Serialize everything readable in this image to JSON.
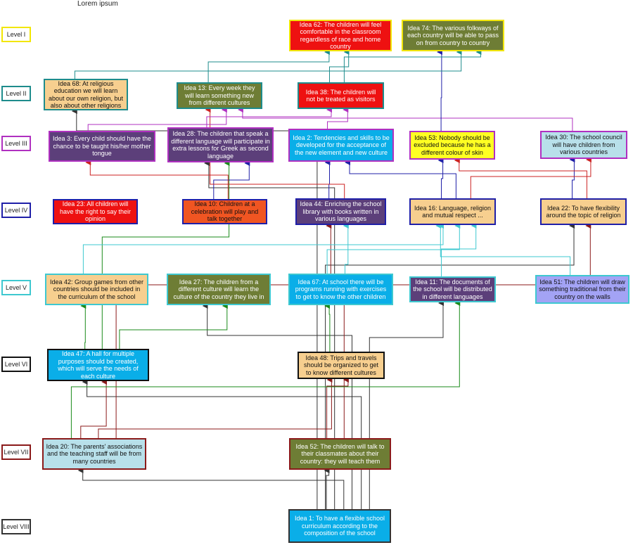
{
  "header": {
    "title": "Lorem ipsum"
  },
  "levels": [
    {
      "label": "Level I",
      "color": "#f2e600"
    },
    {
      "label": "Level II",
      "color": "#1e8c8c"
    },
    {
      "label": "Level III",
      "color": "#b030c0"
    },
    {
      "label": "Level IV",
      "color": "#1f1fa8"
    },
    {
      "label": "Level V",
      "color": "#3ec8d0"
    },
    {
      "label": "Level VI",
      "color": "#111111"
    },
    {
      "label": "Level VII",
      "color": "#8b1a1a"
    },
    {
      "label": "Level VIII",
      "color": "#333333"
    }
  ],
  "ideas": [
    {
      "id": "i62",
      "text": "Idea 62: The children will feel comfortable in the classroom regardless of race and home country",
      "fill": "#ee1111",
      "fg": "#ffffff",
      "border": "#f2e600"
    },
    {
      "id": "i74",
      "text": "Idea 74: The various folkways of each country will be able to pass on from country to country",
      "fill": "#6e7d35",
      "fg": "#ffffff",
      "border": "#f2e600"
    },
    {
      "id": "i68",
      "text": "Idea 68: At religious education we will learn about our own religion, but also about other religions",
      "fill": "#f7cf8f",
      "fg": "#111111",
      "border": "#1e8c8c"
    },
    {
      "id": "i13",
      "text": "Idea 13: Every week they will learn something new from different cultures",
      "fill": "#6e7d35",
      "fg": "#ffffff",
      "border": "#1e8c8c"
    },
    {
      "id": "i38",
      "text": "Idea 38: The children will not be treated as visitors",
      "fill": "#ee1111",
      "fg": "#ffffff",
      "border": "#1e8c8c"
    },
    {
      "id": "i3",
      "text": "Idea 3: Every child should have the chance to be taught his/her mother tongue",
      "fill": "#5c3f7a",
      "fg": "#ffffff",
      "border": "#b030c0"
    },
    {
      "id": "i28",
      "text": "Idea 28: The children that speak a different language will participate in extra lessons for Greek as second language",
      "fill": "#5c3f7a",
      "fg": "#ffffff",
      "border": "#b030c0"
    },
    {
      "id": "i2",
      "text": "Idea 2: Tendencies and skills to be developed for the acceptance of the new element and new culture",
      "fill": "#0aaee8",
      "fg": "#ffffff",
      "border": "#b030c0"
    },
    {
      "id": "i53",
      "text": "Idea 53: Nobody should be excluded because he has a different colour of skin",
      "fill": "#ffff22",
      "fg": "#111111",
      "border": "#b030c0"
    },
    {
      "id": "i30",
      "text": "Idea 30: The school council will have children from various countries",
      "fill": "#b8e0ea",
      "fg": "#111111",
      "border": "#b030c0"
    },
    {
      "id": "i23",
      "text": "Idea 23: All children will have the right to say their opinion",
      "fill": "#ee1111",
      "fg": "#ffffff",
      "border": "#1f1fa8"
    },
    {
      "id": "i10",
      "text": "Idea 10: Children at a celebration will play and talk together",
      "fill": "#f05522",
      "fg": "#111111",
      "border": "#1f1fa8"
    },
    {
      "id": "i44",
      "text": "Idea 44: Enriching the school library with books written in various languages",
      "fill": "#5c3f7a",
      "fg": "#ffffff",
      "border": "#1f1fa8"
    },
    {
      "id": "i16",
      "text": "Idea 16: Language, religion and mutual respect ...",
      "fill": "#f7cf8f",
      "fg": "#111111",
      "border": "#1f1fa8"
    },
    {
      "id": "i22",
      "text": "Idea 22: To have flexibility around the topic of religion",
      "fill": "#f7cf8f",
      "fg": "#111111",
      "border": "#1f1fa8"
    },
    {
      "id": "i42",
      "text": "Idea 42: Group games from other countries should be included in the curriculum of the school",
      "fill": "#f7cf8f",
      "fg": "#111111",
      "border": "#3ec8d0"
    },
    {
      "id": "i27",
      "text": "Idea 27: The children from a different culture will learn the culture of the country they live in",
      "fill": "#6e7d35",
      "fg": "#ffffff",
      "border": "#3ec8d0"
    },
    {
      "id": "i67",
      "text": "Idea 67: At school there will be programs running with exercises to get to know the other children",
      "fill": "#0aaee8",
      "fg": "#ffffff",
      "border": "#3ec8d0"
    },
    {
      "id": "i11",
      "text": "Idea 11: The documents of the school will be distributed in different languages",
      "fill": "#5c3f7a",
      "fg": "#ffffff",
      "border": "#3ec8d0"
    },
    {
      "id": "i51",
      "text": "Idea 51: The children will draw something traditional from their country on the walls",
      "fill": "#a3a3f5",
      "fg": "#111111",
      "border": "#3ec8d0"
    },
    {
      "id": "i47",
      "text": "Idea 47: A hall for multiple purposes should be created, which will serve the needs of each culture",
      "fill": "#0aaee8",
      "fg": "#ffffff",
      "border": "#111111"
    },
    {
      "id": "i48",
      "text": "Idea 48: Trips and travels should be organized to get to know different cultures",
      "fill": "#f7cf8f",
      "fg": "#111111",
      "border": "#111111"
    },
    {
      "id": "i20",
      "text": "Idea 20: The parents' associations and the teaching staff will be from many countries",
      "fill": "#b8e0ea",
      "fg": "#111111",
      "border": "#8b1a1a"
    },
    {
      "id": "i52",
      "text": "Idea 52: The children will talk to their classmates about their country: they will teach them",
      "fill": "#6e7d35",
      "fg": "#ffffff",
      "border": "#8b1a1a"
    },
    {
      "id": "i1",
      "text": "Idea 1: To have a flexible school curriculum according to the composition of the school",
      "fill": "#0aaee8",
      "fg": "#ffffff",
      "border": "#333333"
    }
  ],
  "links": [
    {
      "from": "i1",
      "to": "i52",
      "color": "#333333"
    },
    {
      "from": "i1",
      "to": "i20",
      "color": "#333333"
    },
    {
      "from": "i1",
      "to": "i47",
      "color": "#333333"
    },
    {
      "from": "i1",
      "to": "i68",
      "color": "#333333"
    },
    {
      "from": "i1",
      "to": "i28",
      "color": "#333333"
    },
    {
      "from": "i1",
      "to": "i27",
      "color": "#333333"
    },
    {
      "from": "i1",
      "to": "i11",
      "color": "#333333"
    },
    {
      "from": "i1",
      "to": "i22",
      "color": "#333333"
    },
    {
      "from": "i20",
      "to": "i47",
      "color": "#8b1a1a"
    },
    {
      "from": "i20",
      "to": "i48",
      "color": "#8b1a1a"
    },
    {
      "from": "i52",
      "to": "i48",
      "color": "#8b1a1a"
    },
    {
      "from": "i20",
      "to": "i22",
      "color": "#8b1a1a"
    },
    {
      "from": "i52",
      "to": "i44",
      "color": "#8b1a1a"
    },
    {
      "from": "i47",
      "to": "i42",
      "color": "#1a8a1a"
    },
    {
      "from": "i47",
      "to": "i28",
      "color": "#1a8a1a"
    },
    {
      "from": "i48",
      "to": "i67",
      "color": "#1a8a1a"
    },
    {
      "from": "i20",
      "to": "i11",
      "color": "#1a8a1a"
    },
    {
      "from": "i47",
      "to": "i27",
      "color": "#1a8a1a"
    },
    {
      "from": "i42",
      "to": "i16",
      "color": "#3ec8d0"
    },
    {
      "from": "i67",
      "to": "i16",
      "color": "#3ec8d0"
    },
    {
      "from": "i11",
      "to": "i16",
      "color": "#3ec8d0"
    },
    {
      "from": "i51",
      "to": "i16",
      "color": "#3ec8d0"
    },
    {
      "from": "i67",
      "to": "i44",
      "color": "#3ec8d0"
    },
    {
      "from": "i10",
      "to": "i28",
      "color": "#1f1fa8"
    },
    {
      "from": "i44",
      "to": "i2",
      "color": "#1f1fa8"
    },
    {
      "from": "i16",
      "to": "i53",
      "color": "#1f1fa8"
    },
    {
      "from": "i22",
      "to": "i30",
      "color": "#1f1fa8"
    },
    {
      "from": "i16",
      "to": "i2",
      "color": "#1f1fa8"
    },
    {
      "from": "i10",
      "to": "i3",
      "color": "#cc2222"
    },
    {
      "from": "i22",
      "to": "i53",
      "color": "#cc2222"
    },
    {
      "from": "i44",
      "to": "i13",
      "color": "#cc2222"
    },
    {
      "from": "i16",
      "to": "i30",
      "color": "#cc2222"
    },
    {
      "from": "i3",
      "to": "i13",
      "color": "#b030c0"
    },
    {
      "from": "i28",
      "to": "i38",
      "color": "#b030c0"
    },
    {
      "from": "i2",
      "to": "i38",
      "color": "#b030c0"
    },
    {
      "from": "i30",
      "to": "i13",
      "color": "#b030c0"
    },
    {
      "from": "i53",
      "to": "i74",
      "color": "#1f1fa8"
    },
    {
      "from": "i13",
      "to": "i62",
      "color": "#1e8c8c"
    },
    {
      "from": "i38",
      "to": "i62",
      "color": "#1e8c8c"
    },
    {
      "from": "i68",
      "to": "i74",
      "color": "#1e8c8c"
    },
    {
      "from": "i38",
      "to": "i74",
      "color": "#1e8c8c"
    }
  ]
}
